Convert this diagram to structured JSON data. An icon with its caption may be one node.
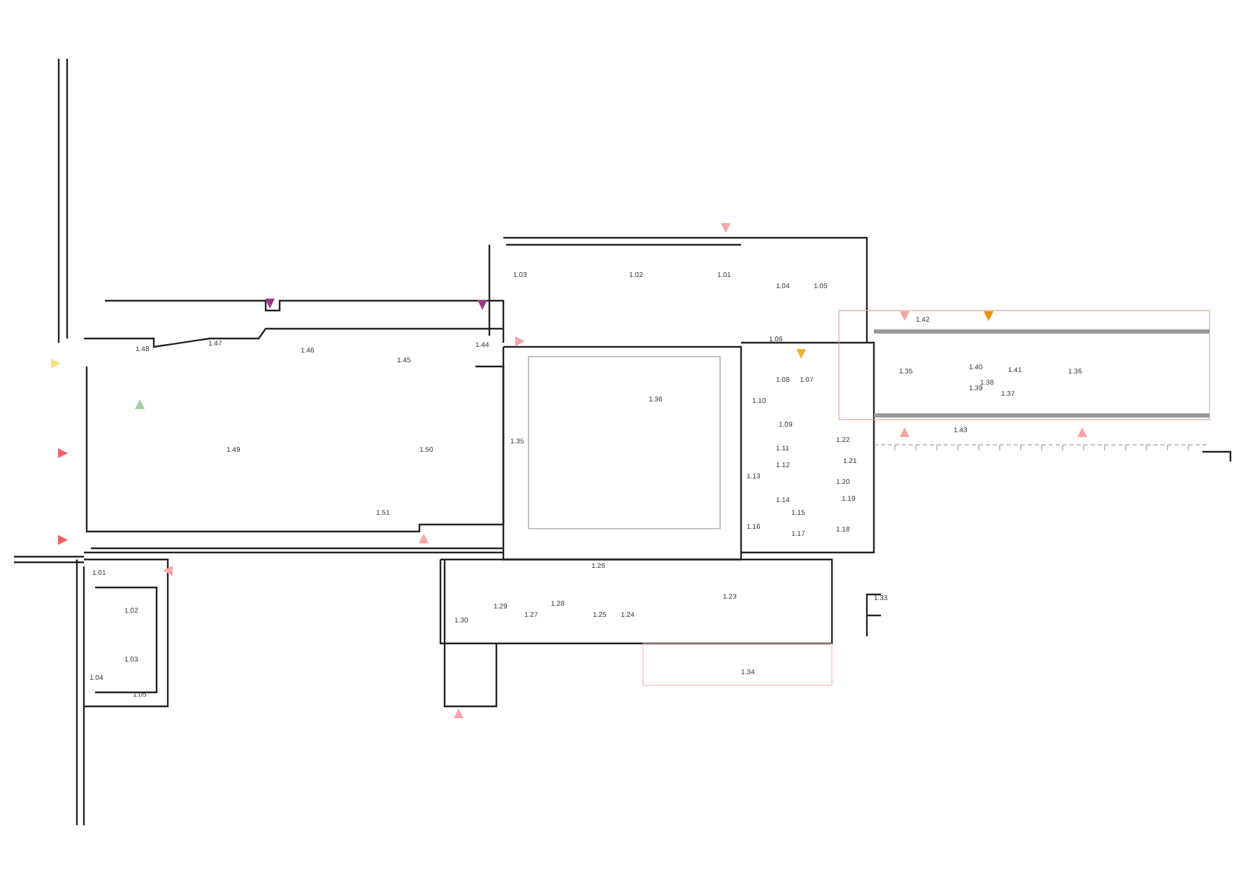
{
  "diagram": {
    "labels": [
      "1.48",
      "1.47",
      "1.46",
      "1.45",
      "1.44",
      "1.49",
      "1.50",
      "1.51",
      "1.01",
      "1.02",
      "1.03",
      "1.04",
      "1.05",
      "1.30",
      "1.03",
      "1.02",
      "1.01",
      "1.04",
      "1.05",
      "1.06",
      "1.36",
      "1.35",
      "1.08",
      "1.07",
      "1.10",
      "1.09",
      "1.11",
      "1.12",
      "1.22",
      "1.21",
      "1.20",
      "1.19",
      "1.18",
      "1.13",
      "1.14",
      "1.15",
      "1.16",
      "1.17",
      "1.26",
      "1.29",
      "1.27",
      "1.28",
      "1.25",
      "1.24",
      "1.23",
      "1.34",
      "1.33",
      "1.42",
      "1.35",
      "1.40",
      "1.41",
      "1.38",
      "1.39",
      "1.37",
      "1.36",
      "1.43"
    ]
  }
}
